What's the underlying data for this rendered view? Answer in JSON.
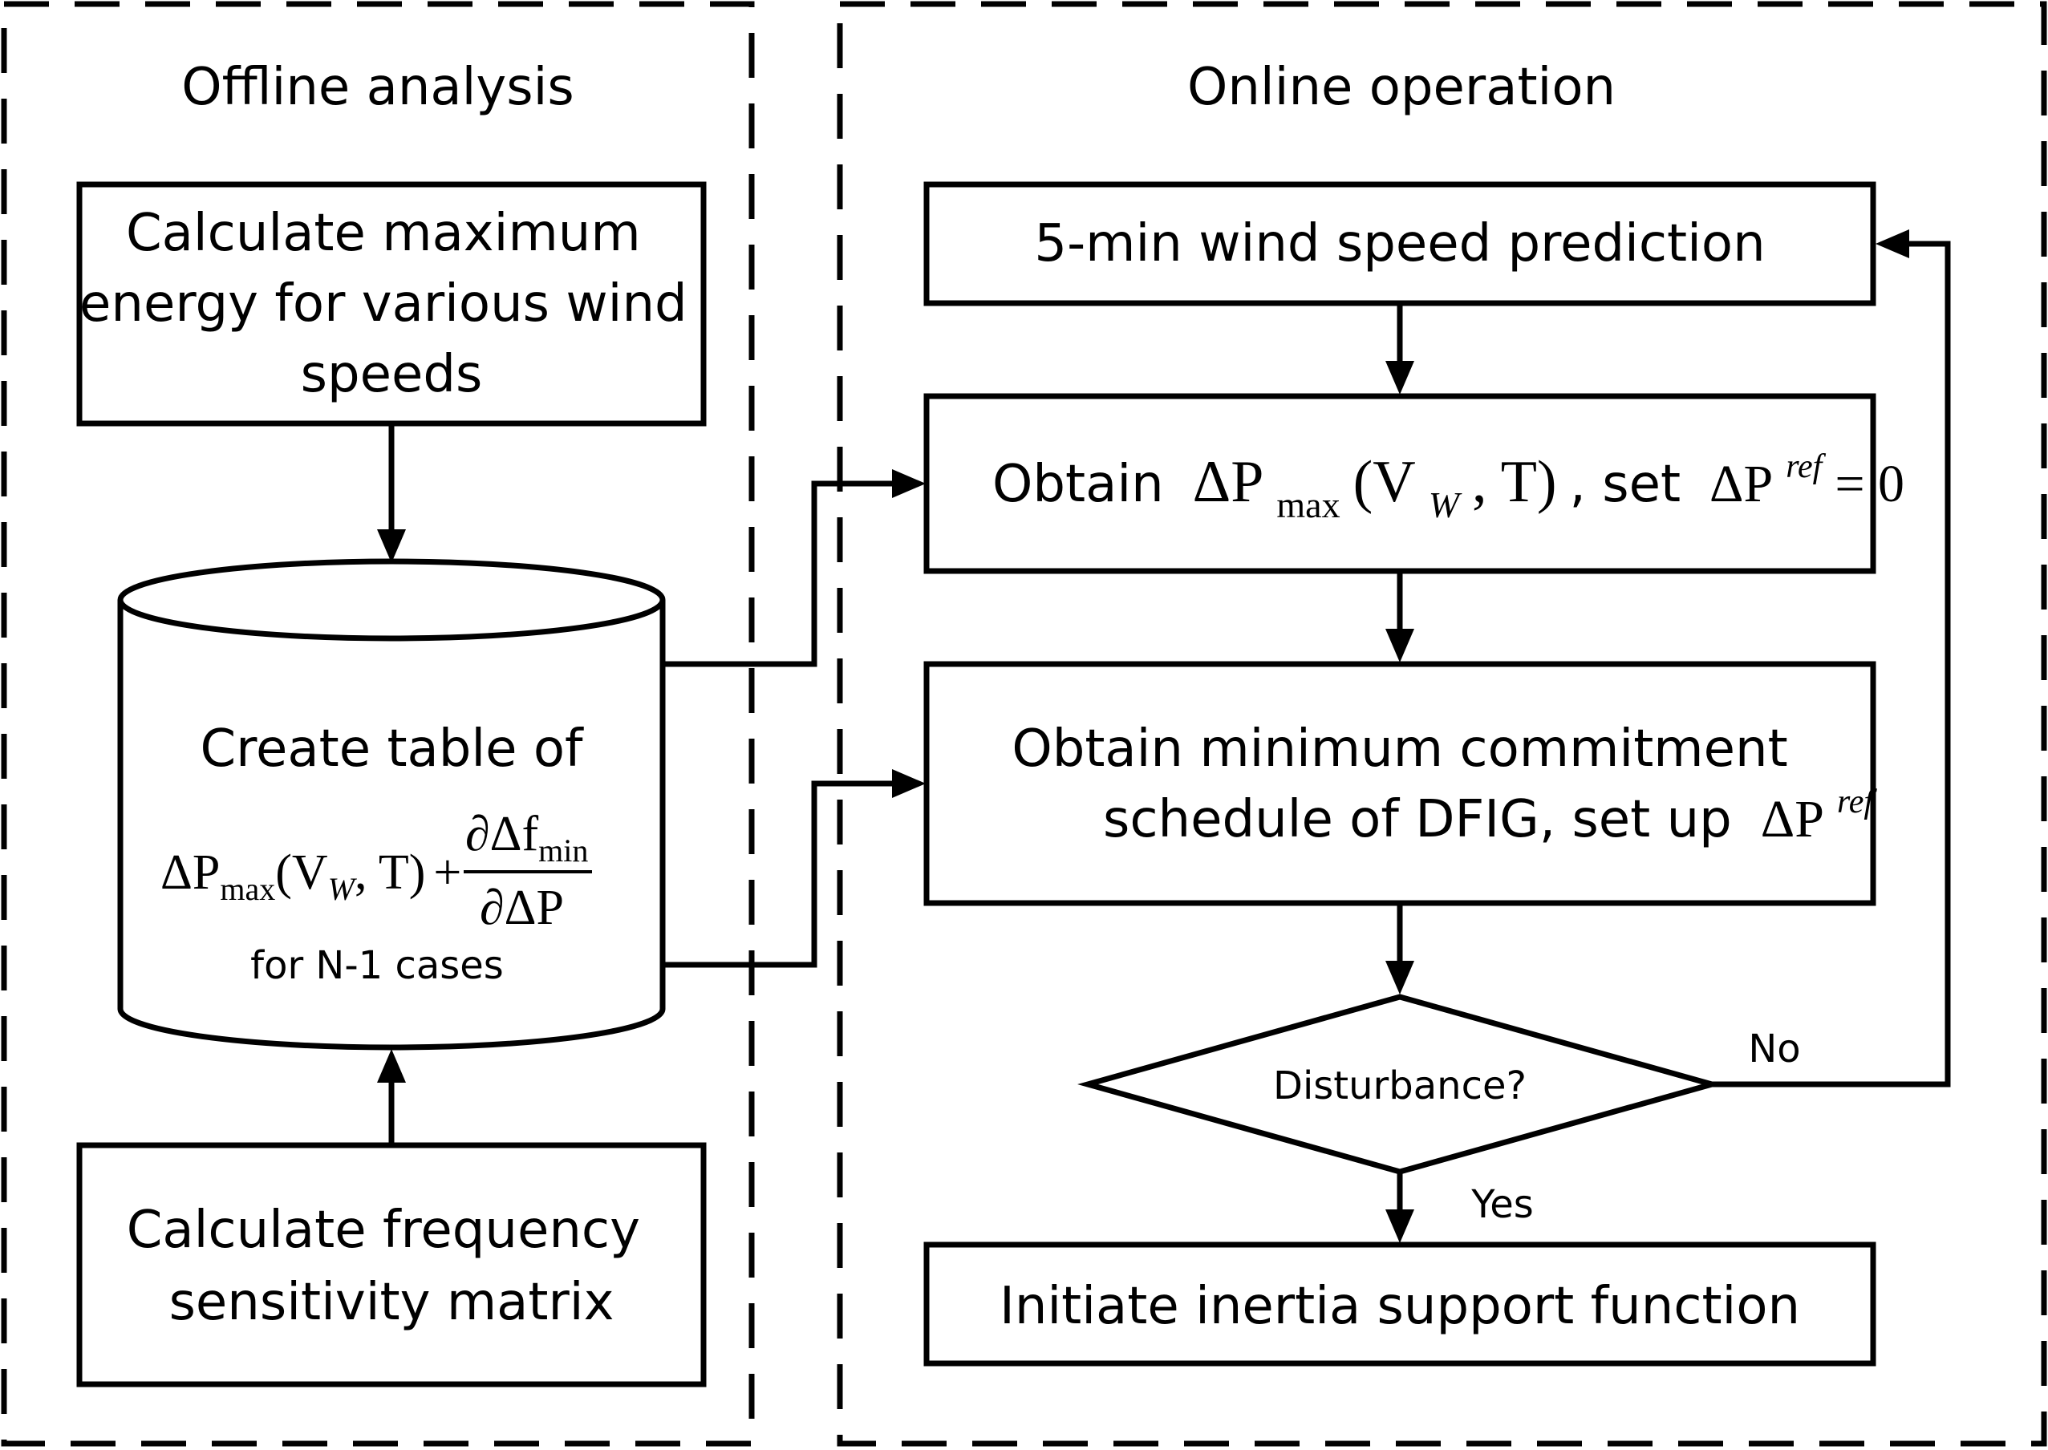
{
  "panels": {
    "offline_title": "Offline analysis",
    "online_title": "Online operation"
  },
  "offline": {
    "max_energy_lines": [
      "Calculate maximum",
      "energy for various wind",
      "speeds"
    ],
    "table_title": "Create table of",
    "table_footer": "for N-1 cases",
    "freq_lines": [
      "Calculate frequency",
      "sensitivity matrix"
    ]
  },
  "online": {
    "wind_prediction": "5-min wind speed prediction",
    "obtain_prefix": "Obtain",
    "obtain_set": ", set",
    "commitment_lines": [
      "Obtain minimum commitment",
      "schedule of DFIG, set up"
    ],
    "decision": "Disturbance?",
    "no_label": "No",
    "yes_label": "Yes",
    "inertia": "Initiate inertia support function"
  },
  "math": {
    "delta_p": "ΔP",
    "sub_max": "max",
    "open_v": "(V",
    "sub_w": "W",
    "comma_t": ", T)",
    "plus": "+",
    "frac_num": "∂Δf",
    "sub_min": "min",
    "frac_den": "∂ΔP",
    "sup_ref": "ref",
    "equals_zero": " = 0"
  }
}
